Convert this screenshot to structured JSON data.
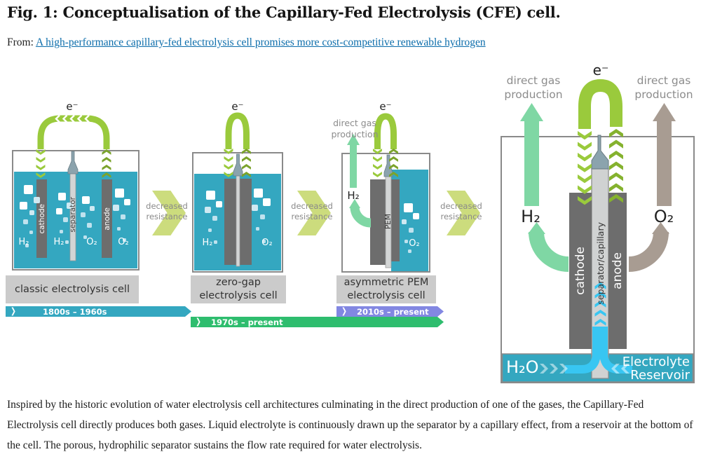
{
  "header": {
    "title": "Fig. 1: Conceptualisation of the Capillary-Fed Electrolysis (CFE) cell.",
    "from_label": "From:",
    "source_link_text": "A high-performance capillary-fed electrolysis cell promises more cost-competitive renewable hydrogen"
  },
  "figure": {
    "electron_label": "e⁻",
    "decreased_resistance": "decreased resistance",
    "direct_gas_production": "direct gas production",
    "cells": [
      {
        "caption": "classic electrolysis cell",
        "timeline": "1800s – 1960s",
        "electrode_left": "cathode",
        "separator": "separator",
        "electrode_right": "anode",
        "gas_left": "H₂",
        "gas_right": "O₂"
      },
      {
        "caption": "zero-gap electrolysis cell",
        "timeline": "1970s – present",
        "gas_left": "H₂",
        "gas_right": "O₂"
      },
      {
        "caption": "asymmetric PEM electrolysis cell",
        "timeline": "2010s – present",
        "membrane": "PEM",
        "gas_left": "H₂",
        "gas_right": "O₂"
      }
    ],
    "cfe_cell": {
      "electrode_left": "cathode",
      "separator": "separator/capillary",
      "electrode_right": "anode",
      "gas_left": "H₂",
      "gas_right": "O₂",
      "water_label": "H₂O",
      "reservoir_label": "Electrolyte Reservoir"
    },
    "colors": {
      "electrolyte_teal": "#34a7c0",
      "electron_green": "#9aca3c",
      "transition_green": "#ccdc7d",
      "hydrogen_mint": "#7fd7a4",
      "oxygen_taupe": "#a89c92",
      "capillary_cyan": "#38c6f2",
      "timeline_teal": "#34a7c0",
      "timeline_green": "#2ebd6e",
      "timeline_purple": "#8287e2"
    }
  },
  "caption": "Inspired by the historic evolution of water electrolysis cell architectures culminating in the direct production of one of the gases, the Capillary-Fed Electrolysis cell directly produces both gases. Liquid electrolyte is continuously drawn up the separator by a capillary effect, from a reservoir at the bottom of the cell. The porous, hydrophilic separator sustains the flow rate required for water electrolysis."
}
